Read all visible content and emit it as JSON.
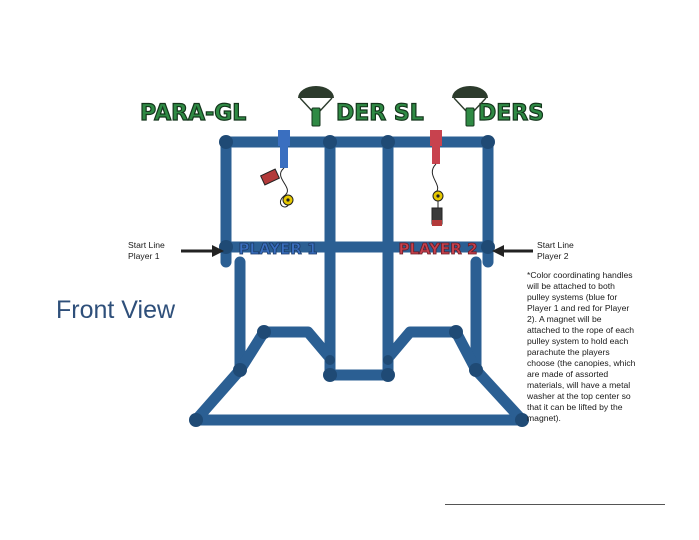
{
  "title": {
    "part1": "PARA-GL",
    "part2": "DER SL",
    "part3": "DERS",
    "color": "#2f8a44"
  },
  "labels": {
    "player1": "PLAYER 1",
    "player2": "PLAYER 2",
    "start_left_line1": "Start Line",
    "start_left_line2": "Player 1",
    "start_right_line1": "Start Line",
    "start_right_line2": "Player 2",
    "front_view": "Front View"
  },
  "note": {
    "lines": [
      "*Color coordinating handles",
      "will be attached to both",
      "pulley systems (blue for",
      "Player 1 and red for Player",
      "2).  A magnet will be",
      "attached to the rope of each",
      "pulley system to hold each",
      "parachute the players",
      "choose (the canopies, which",
      "are made of assorted",
      "materials, will have a metal",
      "washer at the top center so",
      "that it can be lifted by the",
      "magnet)."
    ]
  },
  "colors": {
    "frame": "#2b5f93",
    "frame_dark": "#1f4a75",
    "player1": "#3a6fc0",
    "player2": "#c8424e",
    "icon_dark": "#2c3b2c",
    "magnet": "#e6c800"
  }
}
